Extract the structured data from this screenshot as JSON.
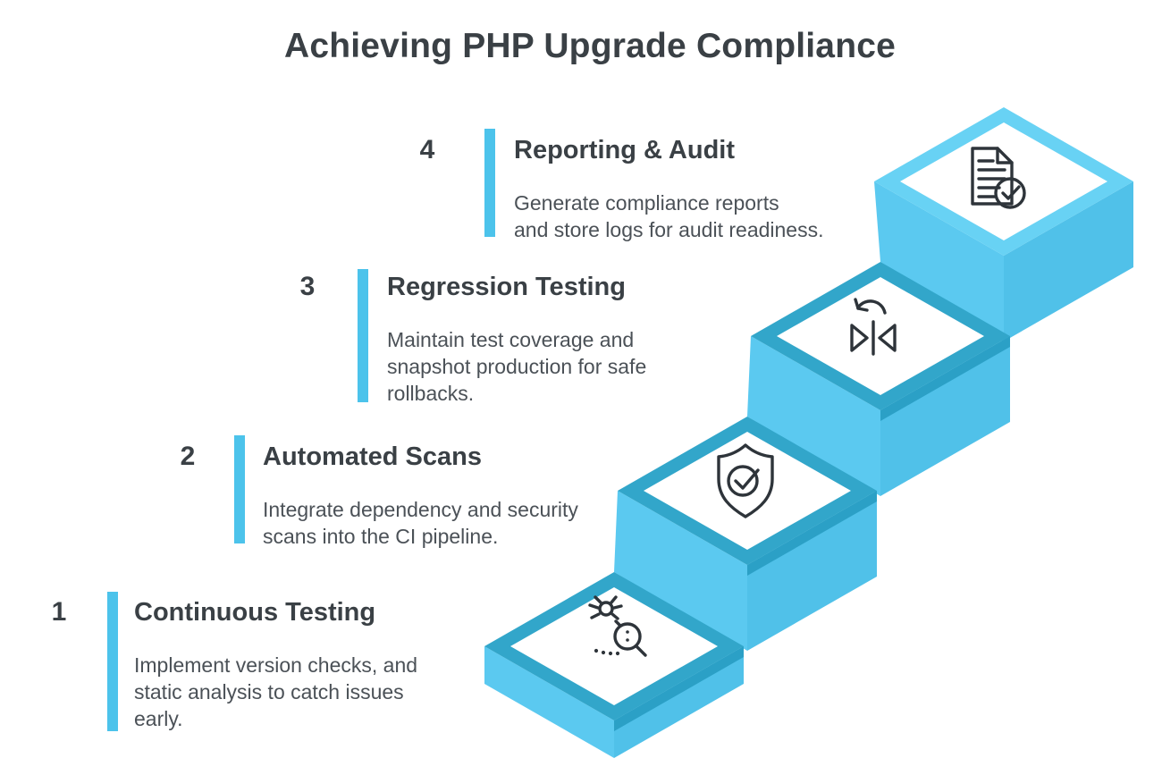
{
  "title": "Achieving PHP Upgrade Compliance",
  "palette": {
    "accent_bar": "#4cc3eb",
    "stair_wall": "#5bc9f0",
    "stair_wall_right": "#50c1e9",
    "stair_border_dark": "#32a6ca",
    "stair_border_light": "#68d2f4",
    "stair_under_edge": "#2ba0c6",
    "icon_stroke": "#2e343a",
    "heading_text": "#3a4045",
    "body_text": "#4b5157"
  },
  "steps": [
    {
      "number": "1",
      "title": "Continuous Testing",
      "lines": [
        "Implement version checks, and",
        "static analysis to catch issues",
        "early."
      ],
      "icon": "bug-scan-icon"
    },
    {
      "number": "2",
      "title": "Automated Scans",
      "lines": [
        "Integrate dependency and security",
        "scans into the CI pipeline."
      ],
      "icon": "shield-check-icon"
    },
    {
      "number": "3",
      "title": "Regression Testing",
      "lines": [
        "Maintain test coverage and",
        "snapshot production for safe",
        "rollbacks."
      ],
      "icon": "flip-rollback-icon"
    },
    {
      "number": "4",
      "title": "Reporting & Audit",
      "lines": [
        "Generate compliance reports",
        "and store logs for audit readiness."
      ],
      "icon": "document-check-icon"
    }
  ]
}
